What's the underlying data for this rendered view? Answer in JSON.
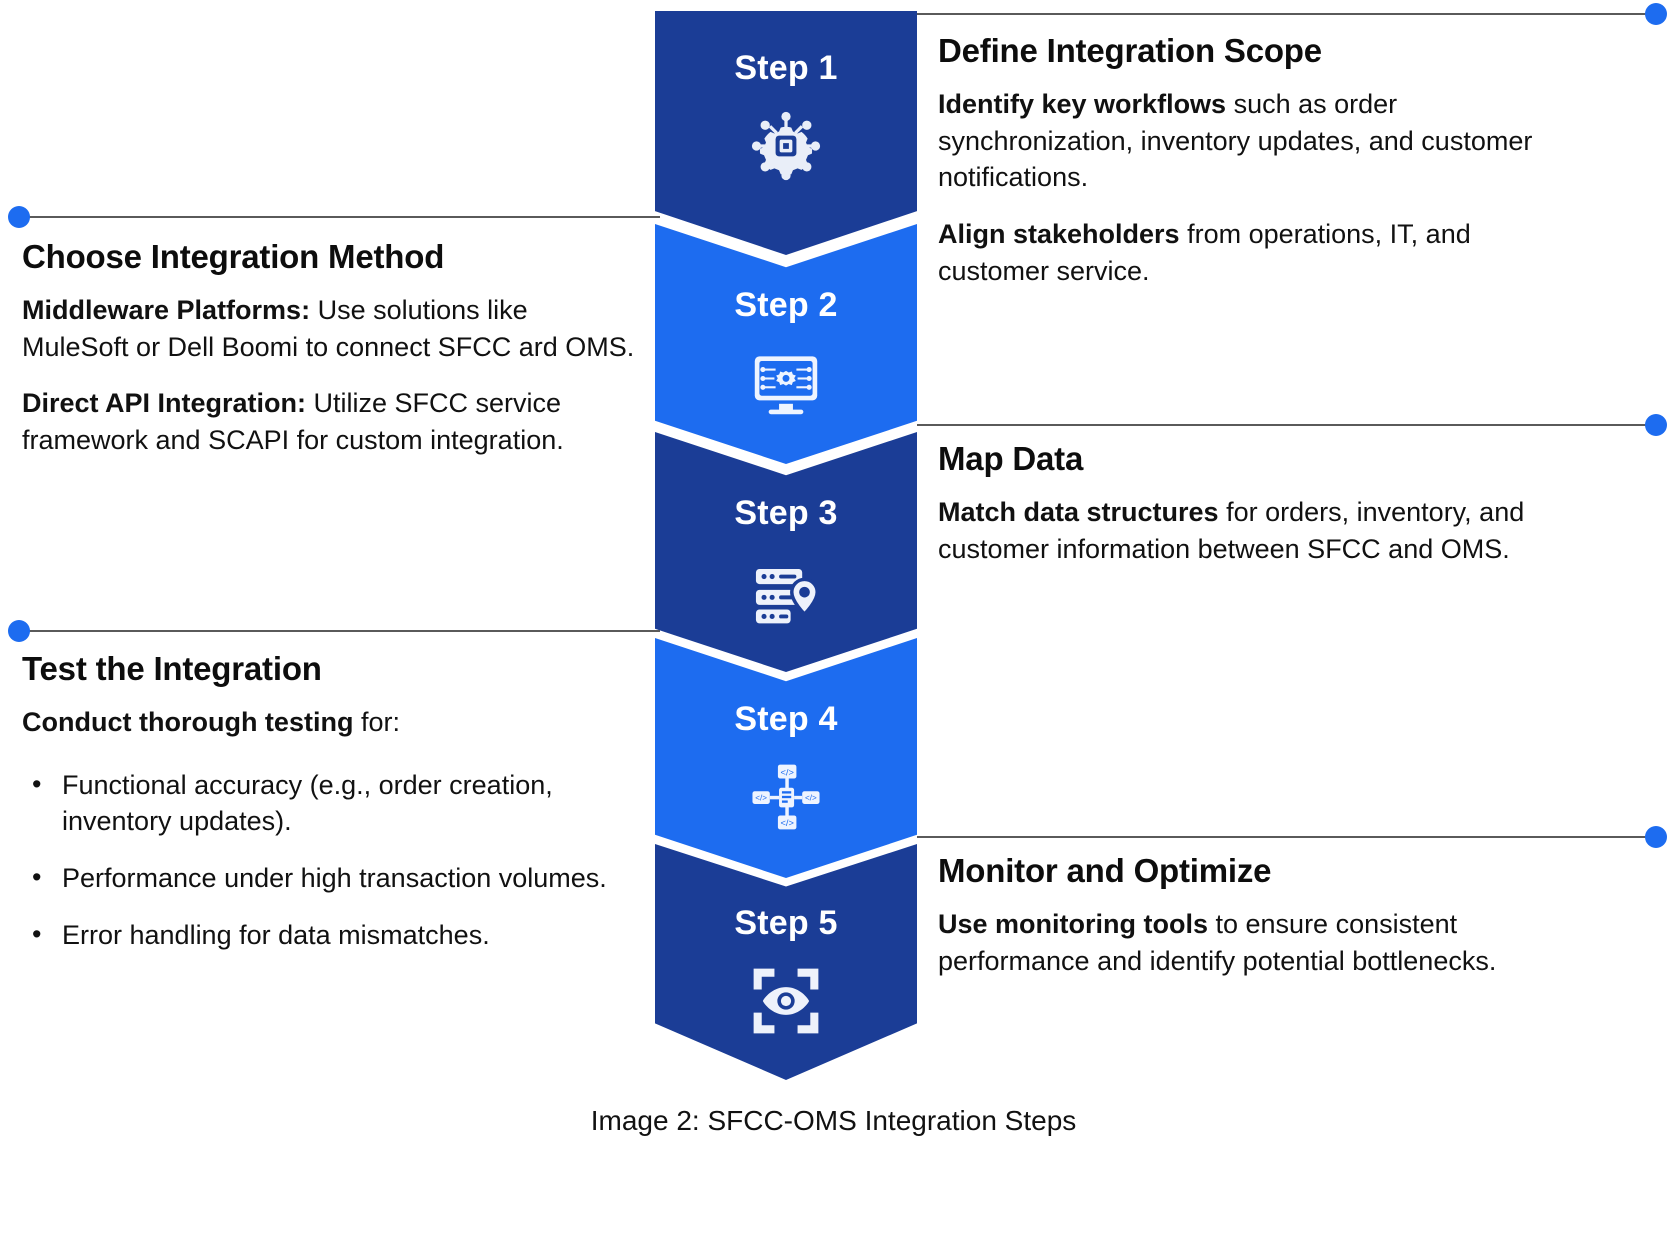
{
  "caption": "Image 2: SFCC-OMS Integration Steps",
  "colors": {
    "chevron_dark": "#1B3D96",
    "chevron_light": "#1D6CF0",
    "dot": "#1D6CF0",
    "rail": "#5a5a5a",
    "text": "#111111"
  },
  "steps": [
    {
      "label": "Step 1",
      "icon": "gear-chip-network-icon",
      "tone": "dark",
      "side": "right",
      "heading": "Define Integration Scope",
      "paragraphs": [
        {
          "bold": "Identify key workflows",
          "rest": " such as order synchronization, inventory updates, and customer notifications."
        },
        {
          "bold": "Align stakeholders",
          "rest": " from operations, IT, and customer service."
        }
      ],
      "bullets": []
    },
    {
      "label": "Step 2",
      "icon": "monitor-gear-network-icon",
      "tone": "light",
      "side": "left",
      "heading": "Choose Integration Method",
      "paragraphs": [
        {
          "bold": "Middleware Platforms:",
          "rest": " Use solutions like MuleSoft or Dell Boomi to connect SFCC ard OMS."
        },
        {
          "bold": "Direct API Integration:",
          "rest": " Utilize SFCC service framework and SCAPI for custom integration."
        }
      ],
      "bullets": []
    },
    {
      "label": "Step 3",
      "icon": "server-location-pin-icon",
      "tone": "dark",
      "side": "right",
      "heading": "Map Data",
      "paragraphs": [
        {
          "bold": "Match data structures",
          "rest": " for orders, inventory, and customer information between SFCC and OMS."
        }
      ],
      "bullets": []
    },
    {
      "label": "Step 4",
      "icon": "code-nodes-test-icon",
      "tone": "light",
      "side": "left",
      "heading": "Test the Integration",
      "paragraphs": [
        {
          "bold": "Conduct thorough testing",
          "rest": " for:"
        }
      ],
      "bullets": [
        "Functional accuracy (e.g., order creation, inventory updates).",
        "Performance under high transaction volumes.",
        "Error handling for data mismatches."
      ]
    },
    {
      "label": "Step 5",
      "icon": "eye-monitor-scan-icon",
      "tone": "dark",
      "side": "right",
      "heading": "Monitor and Optimize",
      "paragraphs": [
        {
          "bold": "Use monitoring tools",
          "rest": " to ensure consistent performance and identify potential bottlenecks."
        }
      ],
      "bullets": []
    }
  ]
}
